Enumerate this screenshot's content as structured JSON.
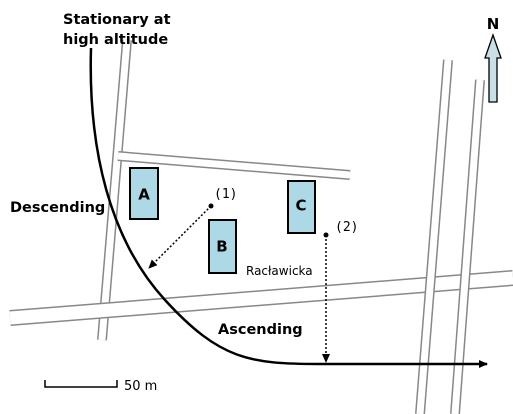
{
  "labels": {
    "stationary": [
      "Stationary at",
      "high altitude"
    ],
    "descending": "Descending",
    "ascending": "Ascending",
    "street": "Racławicka",
    "north": "N",
    "scale": "50 m"
  },
  "buildings": [
    {
      "label": "A"
    },
    {
      "label": "B"
    },
    {
      "label": "C"
    }
  ],
  "points": [
    {
      "label": "(1)"
    },
    {
      "label": "(2)"
    }
  ],
  "colors": {
    "building_fill": "#add8e6",
    "road_line": "#888888",
    "road_fill": "#ffffff",
    "trajectory": "#000000",
    "north_arrow_fill": "#c8e0e6"
  },
  "icons": {
    "north_arrow": "north-arrow-icon",
    "scale_bar": "scale-bar-icon"
  }
}
